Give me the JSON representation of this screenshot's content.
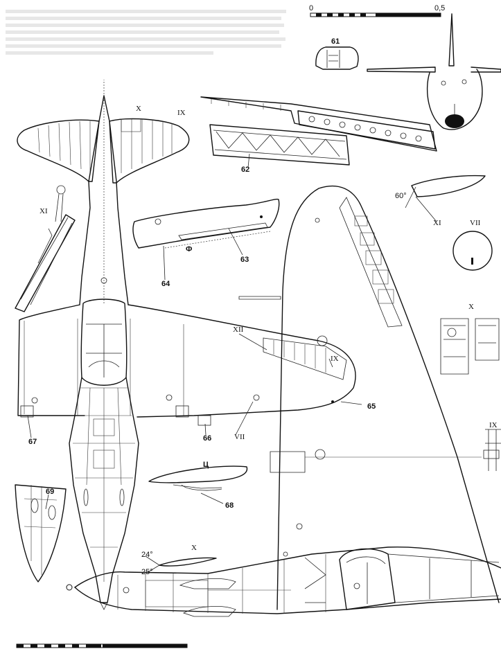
{
  "scale_bar": {
    "zero": "0",
    "end": "0,5"
  },
  "labels": {
    "l61": "61",
    "l62": "62",
    "l63": "63",
    "l64": "64",
    "l65": "65",
    "l66": "66",
    "l67": "67",
    "l68": "68",
    "l69": "69"
  },
  "romans": {
    "x_tail": "X",
    "ix_tail": "IX",
    "xi_left": "XI",
    "xi_right": "XI",
    "vii_right": "VII",
    "vii_wing": "VII",
    "xii_wing": "XII",
    "ix_wing": "IX",
    "x_right": "X",
    "ix_right": "IX",
    "x_section": "X"
  },
  "angles": {
    "a60": "60°",
    "a24": "24°",
    "a25": "25°"
  },
  "section_marks": {
    "ts": "Ц",
    "f": "Ф"
  }
}
